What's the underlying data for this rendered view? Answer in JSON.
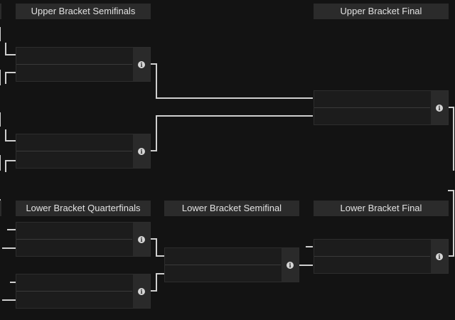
{
  "headers": {
    "upper_semis": "Upper Bracket Semifinals",
    "upper_final": "Upper Bracket Final",
    "lower_quarters": "Lower Bracket Quarterfinals",
    "lower_semi": "Lower Bracket Semifinal",
    "lower_final": "Lower Bracket Final"
  },
  "icons": {
    "info": "i"
  },
  "colors": {
    "background": "#131313",
    "header": "#2b2b2b",
    "connector": "#cfcfcf"
  }
}
